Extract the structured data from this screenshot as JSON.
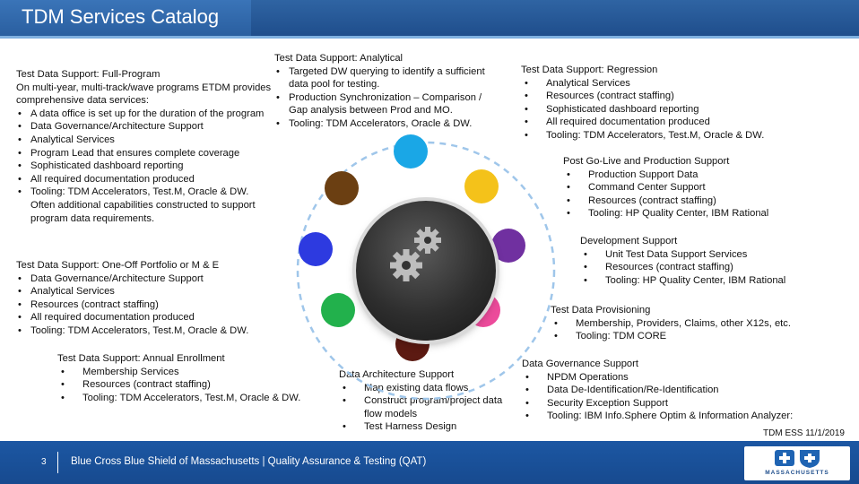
{
  "header": {
    "title": "TDM Services Catalog"
  },
  "blocks": {
    "full_program": {
      "title": "Test Data Support: Full-Program",
      "intro": "On multi-year, multi-track/wave programs ETDM provides comprehensive data services:",
      "items": [
        "A data office is set up for the duration of the program",
        "Data Governance/Architecture Support",
        "Analytical Services",
        "Program Lead that ensures complete coverage",
        "Sophisticated dashboard reporting",
        "All required documentation produced",
        "Tooling: TDM Accelerators, Test.M, Oracle & DW."
      ],
      "note": "Often additional capabilities constructed to support program data requirements."
    },
    "analytical": {
      "title": "Test Data Support: Analytical",
      "items": [
        "Targeted DW querying to identify a sufficient data pool for testing.",
        "Production Synchronization – Comparison / Gap analysis between Prod and MO.",
        "Tooling: TDM Accelerators, Oracle & DW."
      ]
    },
    "regression": {
      "title": "Test Data Support: Regression",
      "items": [
        "Analytical Services",
        "Resources (contract staffing)",
        "Sophisticated dashboard reporting",
        "All required documentation produced",
        "Tooling: TDM Accelerators, Test.M, Oracle & DW."
      ]
    },
    "post_golive": {
      "title": "Post Go-Live and Production Support",
      "items": [
        "Production Support Data",
        "Command Center Support",
        "Resources (contract staffing)",
        "Tooling: HP Quality Center, IBM Rational"
      ]
    },
    "development": {
      "title": "Development Support",
      "items": [
        "Unit Test Data Support Services",
        "Resources (contract staffing)",
        "Tooling: HP Quality Center, IBM Rational"
      ]
    },
    "one_off": {
      "title": "Test Data Support: One-Off Portfolio or M & E",
      "items": [
        "Data Governance/Architecture Support",
        "Analytical Services",
        "Resources (contract staffing)",
        "All required documentation produced",
        "Tooling: TDM Accelerators, Test.M, Oracle & DW."
      ]
    },
    "provisioning": {
      "title": "Test Data Provisioning",
      "items": [
        "Membership, Providers, Claims, other X12s, etc.",
        "Tooling: TDM CORE"
      ]
    },
    "annual": {
      "title": "Test Data Support: Annual Enrollment",
      "items": [
        "Membership Services",
        "Resources (contract staffing)",
        "Tooling: TDM Accelerators, Test.M, Oracle & DW."
      ]
    },
    "architecture": {
      "title": "Data Architecture Support",
      "items": [
        "Map existing data flows",
        "Construct program/project data flow models",
        "Test Harness Design"
      ]
    },
    "governance": {
      "title": "Data Governance Support",
      "items": [
        "NPDM Operations",
        "Data De-Identification/Re-Identification",
        "Security Exception Support",
        "Tooling: IBM Info.Sphere Optim & Information Analyzer:"
      ]
    }
  },
  "diagram": {
    "colors": {
      "top": "#1aa7e6",
      "top_left": "#6b3f12",
      "top_right": "#f4c21a",
      "left": "#2d3ae0",
      "right": "#7030a0",
      "bottom_left": "#22b14c",
      "bottom_right": "#ec4b9b",
      "bottom": "#5c1a12"
    },
    "hub_icon": "gears-icon"
  },
  "footer": {
    "page_number": "3",
    "text": "Blue Cross Blue Shield of Massachusetts | Quality Assurance & Testing (QAT)",
    "logo_text": "MASSACHUSETTS"
  },
  "stamp": "TDM ESS 11/1/2019"
}
